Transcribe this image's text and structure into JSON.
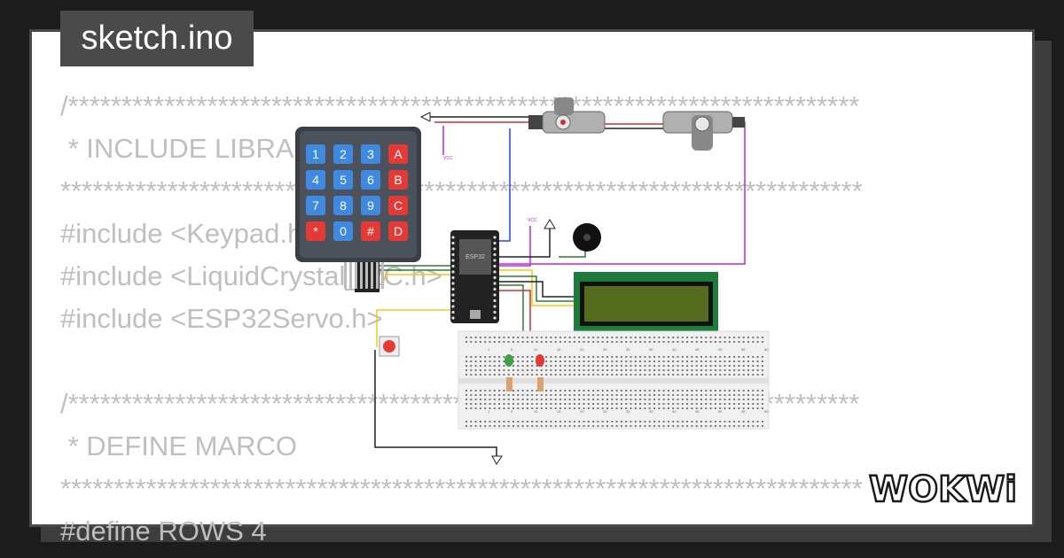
{
  "title": "sketch.ino",
  "code_lines": [
    "/**************************************************************************",
    " * INCLUDE LIBRARY",
    "***************************************************************************",
    "#include <Keypad.h>",
    "#include <LiquidCrystal_I2C.h>",
    "#include <ESP32Servo.h>",
    "",
    "/**************************************************************************",
    " * DEFINE MARCO",
    "***************************************************************************",
    "#define ROWS 4"
  ],
  "keypad": {
    "keys": [
      "1",
      "2",
      "3",
      "A",
      "4",
      "5",
      "6",
      "B",
      "7",
      "8",
      "9",
      "C",
      "*",
      "0",
      "#",
      "D"
    ]
  },
  "esp32_label": "ESP32",
  "vcc_labels": [
    "VCC",
    "VCC"
  ],
  "breadboard_numbers": [
    "1",
    "5",
    "10",
    "15",
    "20",
    "25",
    "30",
    "35",
    "40",
    "45",
    "50",
    "55",
    "60"
  ],
  "brand": "WOKWi",
  "colors": {
    "keypad_body": "#3a3f47",
    "key_blue": "#3f8ae0",
    "key_red": "#e53935",
    "lcd_green": "#1e7b3c",
    "wire_red": "#d32f2f",
    "wire_green": "#2e7d32",
    "wire_blue": "#1e40ff",
    "wire_purple": "#c026d3",
    "wire_yellow": "#f5c518"
  }
}
